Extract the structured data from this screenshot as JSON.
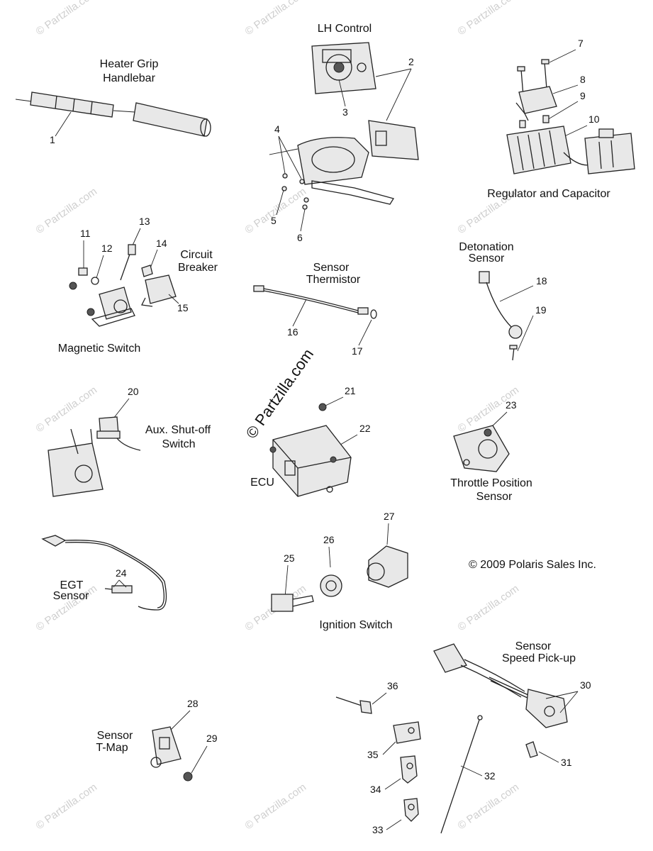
{
  "labels": {
    "lh_control": "LH Control",
    "heater_grip_1": "Heater Grip",
    "heater_grip_2": "Handlebar",
    "regulator": "Regulator and Capacitor",
    "circuit_breaker_1": "Circuit",
    "circuit_breaker_2": "Breaker",
    "magnetic_switch": "Magnetic Switch",
    "sensor_thermistor_1": "Sensor",
    "sensor_thermistor_2": "Thermistor",
    "detonation_1": "Detonation",
    "detonation_2": "Sensor",
    "aux_1": "Aux. Shut-off",
    "aux_2": "Switch",
    "ecu": "ECU",
    "throttle_1": "Throttle Position",
    "throttle_2": "Sensor",
    "egt_1": "EGT",
    "egt_2": "Sensor",
    "ignition": "Ignition Switch",
    "copyright": "© 2009 Polaris Sales Inc.",
    "speed_1": "Sensor",
    "speed_2": "Speed Pick-up",
    "tmap_1": "Sensor",
    "tmap_2": "T-Map",
    "center_watermark": "© Partzilla.com"
  },
  "watermark_text": "© Partzilla.com",
  "part_numbers": {
    "n1": "1",
    "n2": "2",
    "n3": "3",
    "n4": "4",
    "n5": "5",
    "n6": "6",
    "n7": "7",
    "n8": "8",
    "n9": "9",
    "n10": "10",
    "n11": "11",
    "n12": "12",
    "n13": "13",
    "n14": "14",
    "n15": "15",
    "n16": "16",
    "n17": "17",
    "n18": "18",
    "n19": "19",
    "n20": "20",
    "n21": "21",
    "n22": "22",
    "n23": "23",
    "n24": "24",
    "n25": "25",
    "n26": "26",
    "n27": "27",
    "n28": "28",
    "n29": "29",
    "n30": "30",
    "n31": "31",
    "n32": "32",
    "n33": "33",
    "n34": "34",
    "n35": "35",
    "n36": "36"
  }
}
